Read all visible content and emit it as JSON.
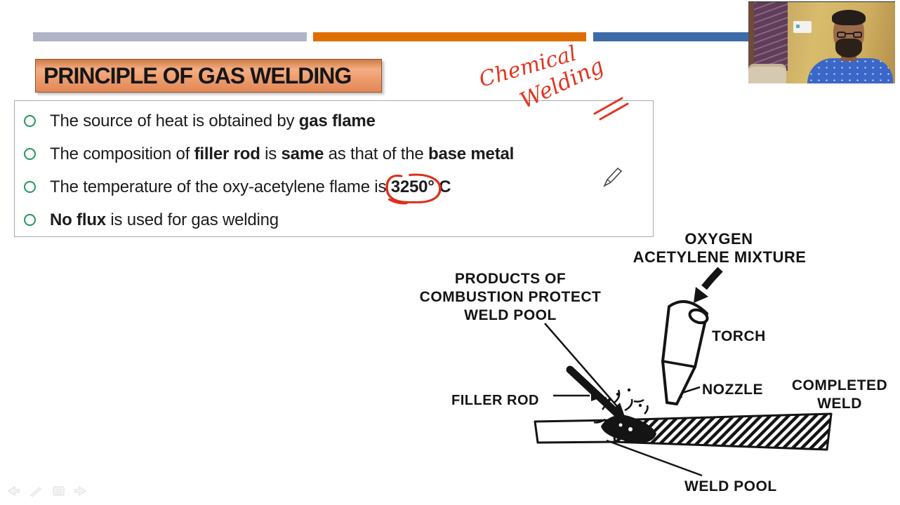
{
  "slide": {
    "title": "PRINCIPLE OF GAS WELDING",
    "bullets": [
      {
        "segments": [
          {
            "text": "The source of heat is obtained by ",
            "bold": false
          },
          {
            "text": "gas flame",
            "bold": true
          }
        ]
      },
      {
        "segments": [
          {
            "text": "The composition of ",
            "bold": false
          },
          {
            "text": "filler rod",
            "bold": true
          },
          {
            "text": " is ",
            "bold": false
          },
          {
            "text": "same",
            "bold": true
          },
          {
            "text": " as that of the ",
            "bold": false
          },
          {
            "text": "base metal",
            "bold": true
          }
        ]
      },
      {
        "segments": [
          {
            "text": "The temperature of the oxy-acetylene flame is ",
            "bold": false
          },
          {
            "text": "3250°",
            "bold": true,
            "circled": true
          },
          {
            "text": " C",
            "bold": true
          }
        ]
      },
      {
        "segments": [
          {
            "text": "No flux",
            "bold": true
          },
          {
            "text": " is used for gas welding",
            "bold": false
          }
        ]
      }
    ],
    "handwritten_annotation": {
      "word1": "Chemical",
      "word2": "Welding"
    }
  },
  "diagram": {
    "labels": {
      "oxygen_mixture_line1": "OXYGEN",
      "oxygen_mixture_line2": "ACETYLENE MIXTURE",
      "products_line1": "PRODUCTS OF",
      "products_line2": "COMBUSTION PROTECT",
      "products_line3": "WELD POOL",
      "torch": "TORCH",
      "nozzle": "NOZZLE",
      "filler_rod": "FILLER ROD",
      "completed_weld_line1": "COMPLETED",
      "completed_weld_line2": "WELD",
      "weld_pool": "WELD POOL"
    }
  },
  "toolbar": {
    "icons": [
      "previous-slide",
      "pen-tools",
      "see-all-slides",
      "next-slide"
    ]
  },
  "colors": {
    "bar_gray": "#b1b4c6",
    "bar_orange": "#df6e00",
    "bar_blue": "#3e6ba8",
    "title_fill": "#ec9b6c",
    "title_border": "#94512a",
    "bullet_ring_green": "#22985f",
    "annotation_red": "#e33420",
    "diagram_ink": "#141414"
  }
}
